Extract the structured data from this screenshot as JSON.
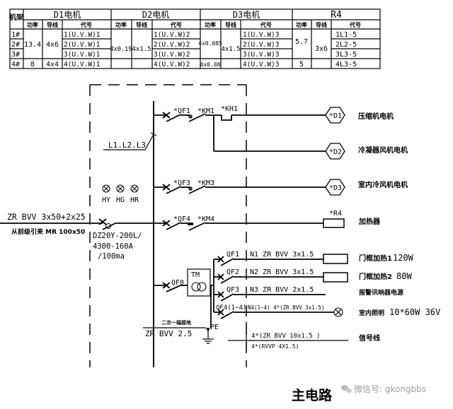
{
  "table": {
    "corner": "机架",
    "groups": [
      {
        "title": "D1电机",
        "cols": [
          "功率",
          "导线",
          "代号"
        ]
      },
      {
        "title": "D2电机",
        "cols": [
          "功率",
          "导线",
          "代号"
        ]
      },
      {
        "title": "D3电机",
        "cols": [
          "功率",
          "导线",
          "代号"
        ]
      },
      {
        "title": "R4",
        "cols": [
          "功率",
          "导线",
          "代号"
        ]
      }
    ],
    "rows": [
      "1#",
      "2#",
      "3#",
      "4#"
    ],
    "d1": {
      "power_123": "13.4",
      "wire_123": "4x6",
      "power_4": "8",
      "wire_4": "4x4",
      "codes": [
        "1(U.V.W)1",
        "2(U.V.W)1",
        "3(U.V.W)1",
        "4(U.V.W)1"
      ]
    },
    "d2": {
      "power": "4x0.19",
      "wire": "4x1.5",
      "codes": [
        "1(U.V.W)2",
        "2(U.V.W)2",
        "3(U.V.W)2",
        "4(U.V.W)2"
      ]
    },
    "d3": {
      "power_123": "4x0.085",
      "wire": "4x1.5",
      "power_4": "4x0.08",
      "codes": [
        "1(U.V.W)3",
        "2(U.V.W)3",
        "3(U.V.W)3",
        "4(U.V.W)3"
      ]
    },
    "r4": {
      "power_123": "5.7",
      "wire": "3x6",
      "power_4": "5",
      "codes": [
        "1L1-5",
        "2L2-5",
        "3L3-5",
        "4L3-5"
      ]
    }
  },
  "schematic": {
    "bus_label": "L1.L2.L3",
    "incoming_cable": "ZR BVV 3x50+2x25",
    "incoming_source": "从前级引来 MR 100x50",
    "main_breaker": [
      "DZ20Y-200L/",
      "4300-160A",
      "/100ma"
    ],
    "indicators": [
      "HY",
      "HG",
      "HR"
    ],
    "branches": [
      {
        "breaker": "*QF1",
        "contactor": "*KM1",
        "relay": "*KH1",
        "load": "*D1",
        "desc": "压缩机电机"
      },
      {
        "load": "*D2",
        "desc": "冷凝器风机电机"
      },
      {
        "breaker": "*QF3",
        "contactor": "*KM3",
        "load": "*D3",
        "desc": "室内冷风机电机"
      },
      {
        "breaker": "*QF4",
        "contactor": "*KM4",
        "load": "*R4",
        "desc": "加热器"
      }
    ],
    "control": {
      "breaker": "QF0",
      "transformer": "TM",
      "secondary_note": "二次一端接地",
      "ground_cable": "ZR BVV 2.5",
      "pe": "PE",
      "circuits": [
        {
          "breaker": "QF1",
          "cable": "N1 ZR BVV 3x1.5",
          "desc": "门框加热1",
          "rating": "120W"
        },
        {
          "breaker": "QF2",
          "cable": "N2 ZR BVV 3x1.5",
          "desc": "门框加热2",
          "rating": "80W"
        },
        {
          "breaker": "QF3",
          "cable": "N3 ZR BVV 2x1.5",
          "desc": "报警讯响器电源",
          "rating": ""
        },
        {
          "breaker": "QF4(1~4)",
          "cable": "N4(1~4) 4*(ZR BVV 3x1.5)",
          "desc": "室内照明",
          "rating": "10*60W  36V"
        }
      ],
      "signal_cable_1": "4*(ZR BVV 10x1.5 )",
      "signal_cable_2": "4*(RVVP 4X1.5)",
      "signal_desc": "信号线"
    },
    "title": "主电路"
  },
  "watermark": "微信号: gkongbbs"
}
